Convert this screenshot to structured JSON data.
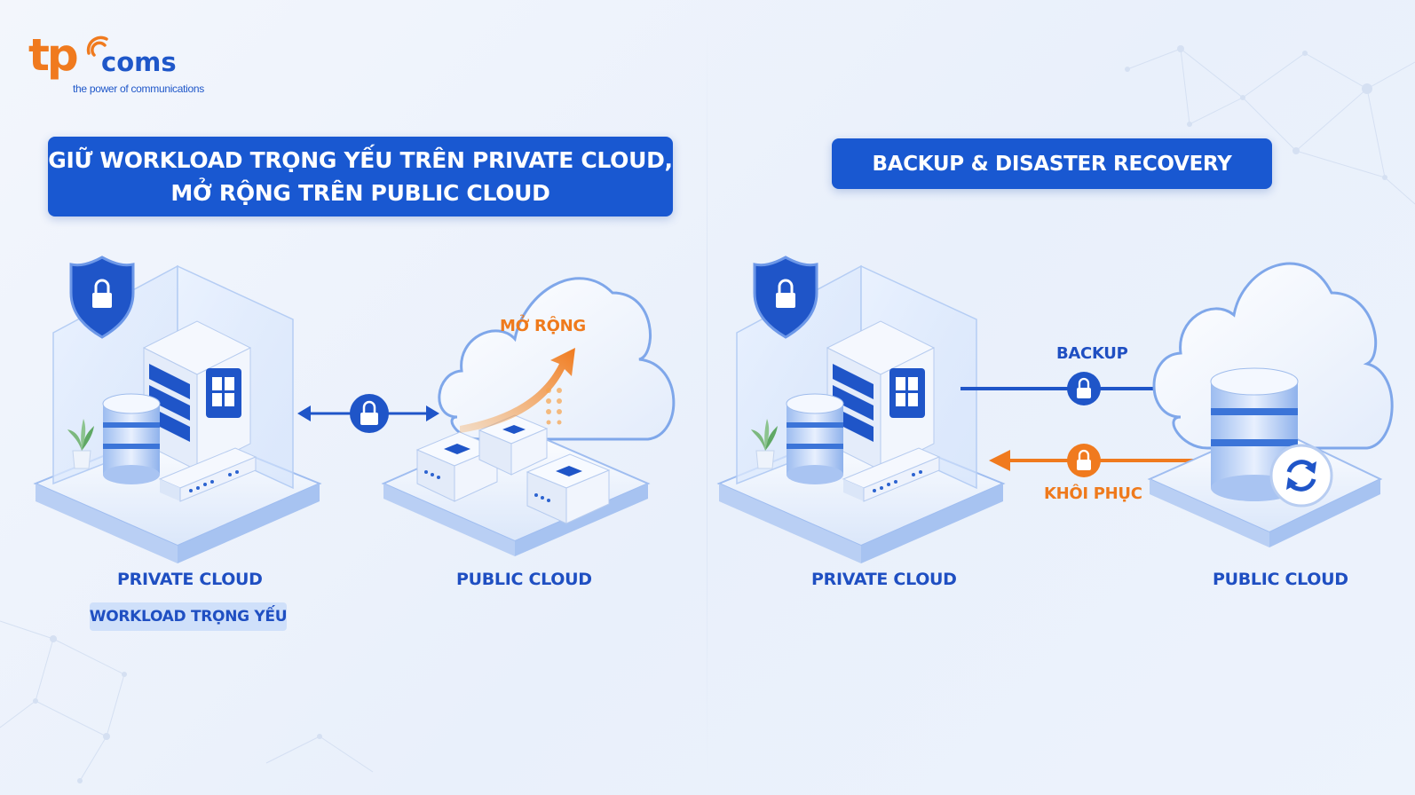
{
  "brand": {
    "logo_tp": "tp",
    "logo_coms": "coms",
    "tagline": "the power of communications",
    "colors": {
      "blue": "#1958d1",
      "orange": "#f07a1e",
      "light_blue": "#cfe0fa"
    }
  },
  "left_panel": {
    "title_line1": "GIỮ WORKLOAD TRỌNG YẾU TRÊN PRIVATE CLOUD,",
    "title_line2": "MỞ RỘNG TRÊN PUBLIC CLOUD",
    "private_label": "PRIVATE CLOUD",
    "private_tag": "WORKLOAD TRỌNG YẾU",
    "public_label": "PUBLIC CLOUD",
    "expand_label": "MỞ RỘNG"
  },
  "right_panel": {
    "title": "BACKUP & DISASTER RECOVERY",
    "private_label": "PRIVATE CLOUD",
    "public_label": "PUBLIC CLOUD",
    "backup_label": "BACKUP",
    "restore_label": "KHÔI PHỤC"
  },
  "icons": [
    "shield-lock-icon",
    "server-icon",
    "windows-icon",
    "database-icon",
    "plant-icon",
    "network-switch-icon",
    "cloud-icon",
    "chip-icon",
    "lock-icon",
    "sync-icon",
    "arrow-icon"
  ]
}
